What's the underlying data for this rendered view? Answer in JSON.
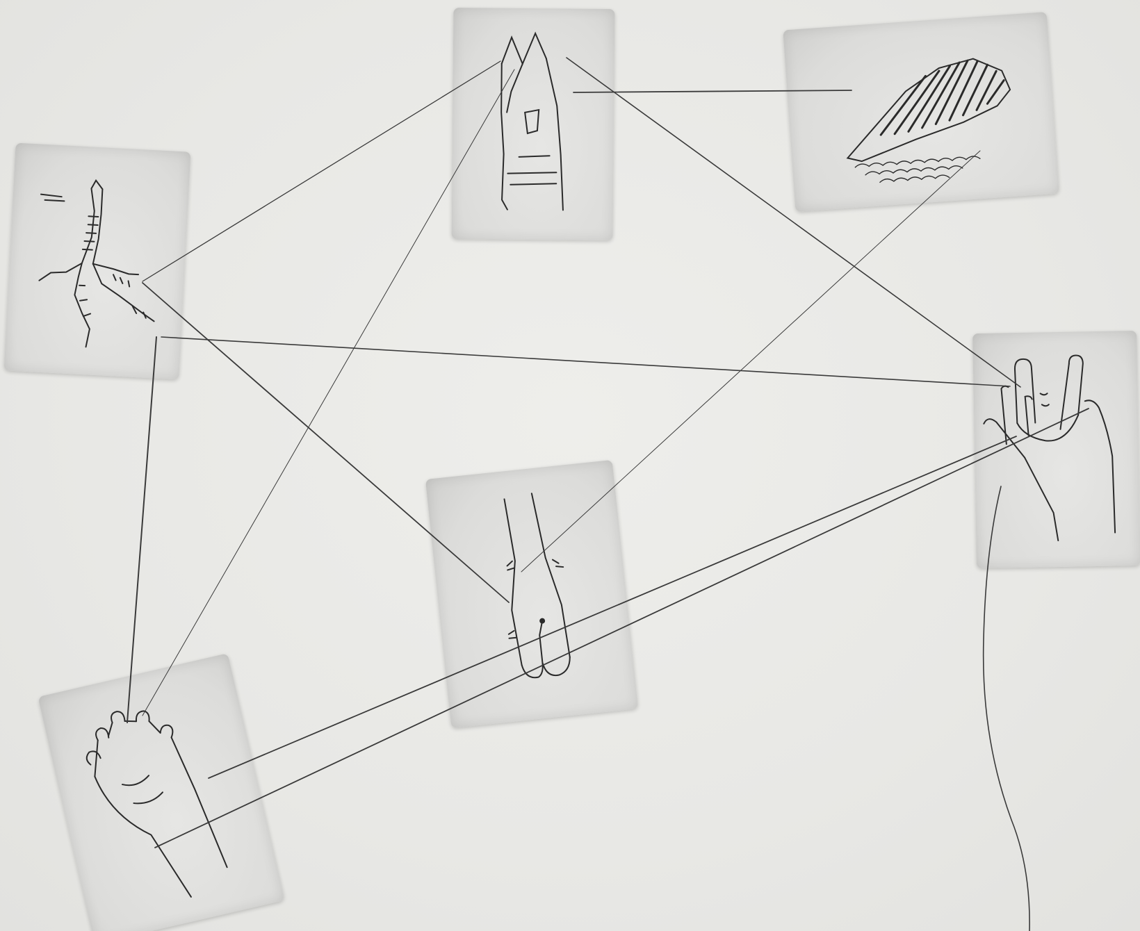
{
  "scene": {
    "background_color": "#e9e9e6",
    "card_color": "#dcdcda",
    "ink_color": "#2a2a2a",
    "string_color": "#3a3a3a"
  },
  "cards": [
    {
      "id": "claw",
      "icon": "bird-claw-icon"
    },
    {
      "id": "tooth",
      "icon": "tooth-icon"
    },
    {
      "id": "wing",
      "icon": "bird-wing-icon"
    },
    {
      "id": "hand",
      "icon": "human-hand-icon"
    },
    {
      "id": "hoof",
      "icon": "hoof-icon"
    },
    {
      "id": "paw",
      "icon": "animal-paw-icon"
    }
  ]
}
